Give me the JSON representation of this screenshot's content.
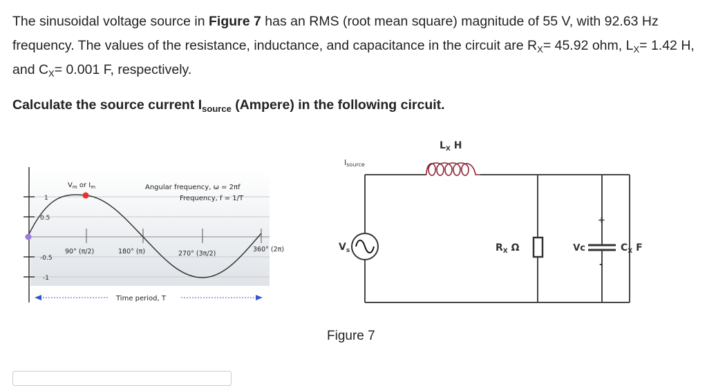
{
  "problem": {
    "p1": "The sinusoidal voltage source in ",
    "fig_ref": "Figure 7",
    "p2": " has an RMS (root mean square) magnitude of 55 V, with 92.63 Hz frequency. The values of the resistance, inductance, and capacitance in the circuit are ",
    "r_sym": "R",
    "r_sub": "X",
    "r_val": "= 45.92 ohm, ",
    "l_sym": "L",
    "l_sub": "X",
    "l_val": "= 1.42 H, and ",
    "c_sym": "C",
    "c_sub": "X",
    "c_val": "= 0.001 F, respectively."
  },
  "question": {
    "prefix": "Calculate the source current I",
    "sub": "source",
    "suffix": " (Ampere) in the following circuit."
  },
  "sine_graph": {
    "ylabel": "V",
    "ylabel_sub": "m",
    "ylabel_or": " or I",
    "ylabel_or_sub": "m",
    "ang_freq": "Angular frequency, ω = 2πf",
    "freq": "Frequency, f = 1/T",
    "tick_1": "1",
    "tick_05": "0.5",
    "tick_m05": "-0.5",
    "tick_m1": "-1",
    "x90": "90° (π/2)",
    "x180": "180° (π)",
    "x270": "270° (3π/2)",
    "x360": "360° (2π)",
    "period": "Time period, T"
  },
  "circuit": {
    "inductor_label": "L",
    "inductor_sub": "X",
    "inductor_unit": " H",
    "isource": "I",
    "isource_sub": "source",
    "vs": "V",
    "vs_sub": "s",
    "resistor_label": "R",
    "resistor_sub": "X",
    "resistor_unit": " Ω",
    "plus": "+",
    "minus": "-",
    "vc": "Vc",
    "cap_label": "C",
    "cap_sub": "X",
    "cap_unit": " F",
    "caption": "Figure 7"
  }
}
